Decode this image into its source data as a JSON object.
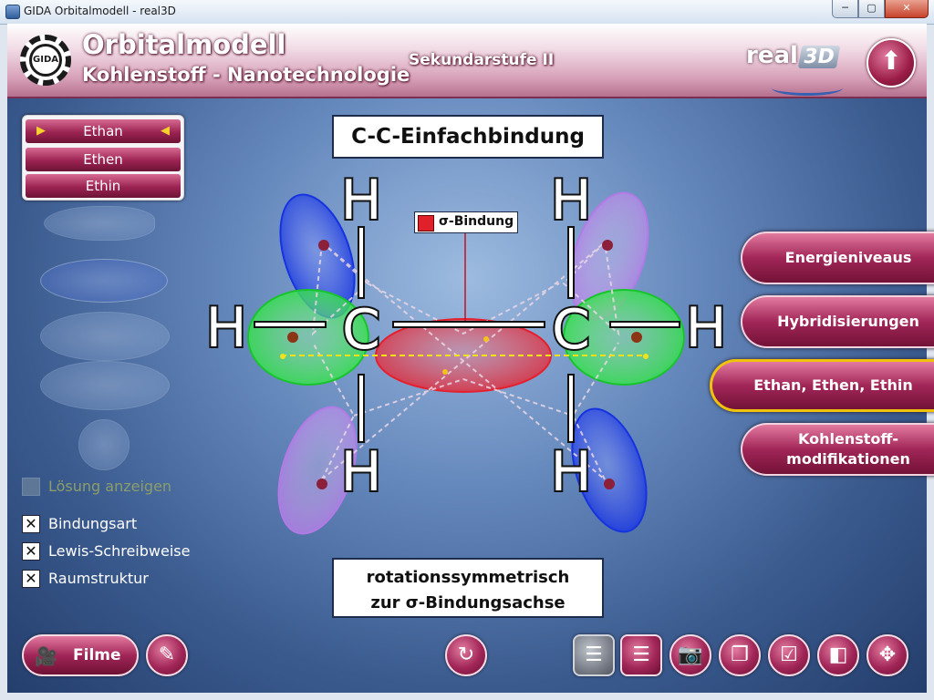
{
  "window": {
    "title": "GIDA Orbitalmodell - real3D",
    "min": "─",
    "max": "▢",
    "close": "✕"
  },
  "header": {
    "title": "Orbitalmodell",
    "subtitle": "Kohlenstoff - Nanotechnologie",
    "level": "Sekundarstufe II",
    "logo_text": "GIDA",
    "brand": "real",
    "brand_3d": "3D",
    "up_icon": "up-arrow-icon"
  },
  "selector": {
    "items": [
      {
        "label": "Ethan",
        "selected": true
      },
      {
        "label": "Ethen",
        "selected": false
      },
      {
        "label": "Ethin",
        "selected": false
      }
    ],
    "arrow_left": "▶",
    "arrow_right": "◀"
  },
  "options": {
    "solution": {
      "label": "Lösung anzeigen",
      "checked": false,
      "enabled": false
    },
    "checkboxes": [
      {
        "label": "Bindungsart",
        "checked": true
      },
      {
        "label": "Lewis-Schreibweise",
        "checked": true
      },
      {
        "label": "Raumstruktur",
        "checked": true
      }
    ],
    "check_mark": "✕"
  },
  "diagram": {
    "title": "C-C-Einfachbindung",
    "legend": "σ-Bindung",
    "legend_color": "#e0212b",
    "caption_line1": "rotationssymmetrisch",
    "caption_line2": "zur σ-Bindungsachse",
    "atoms": {
      "carbon": "C",
      "hydrogen": "H"
    },
    "colors": {
      "sigma": "#e4202e",
      "p_blue": "#1633e0",
      "p_violet": "#b27ae6",
      "s_green": "#24e03a"
    }
  },
  "right_menu": [
    {
      "label": "Energieniveaus",
      "active": false
    },
    {
      "label": "Hybridisierungen",
      "active": false
    },
    {
      "label": "Ethan, Ethen, Ethin",
      "active": true
    },
    {
      "label": "Kohlenstoff-",
      "label2": "modifikationen",
      "active": false
    }
  ],
  "toolbar": {
    "films_label": "Filme",
    "films_icon": "film-camera-icon",
    "buttons": [
      "edit-notes-icon",
      "reset-icon",
      "menu-grey-icon",
      "menu-icon",
      "camera-icon",
      "copy-icon",
      "checklist-icon",
      "window-toggle-icon",
      "move-icon"
    ]
  }
}
